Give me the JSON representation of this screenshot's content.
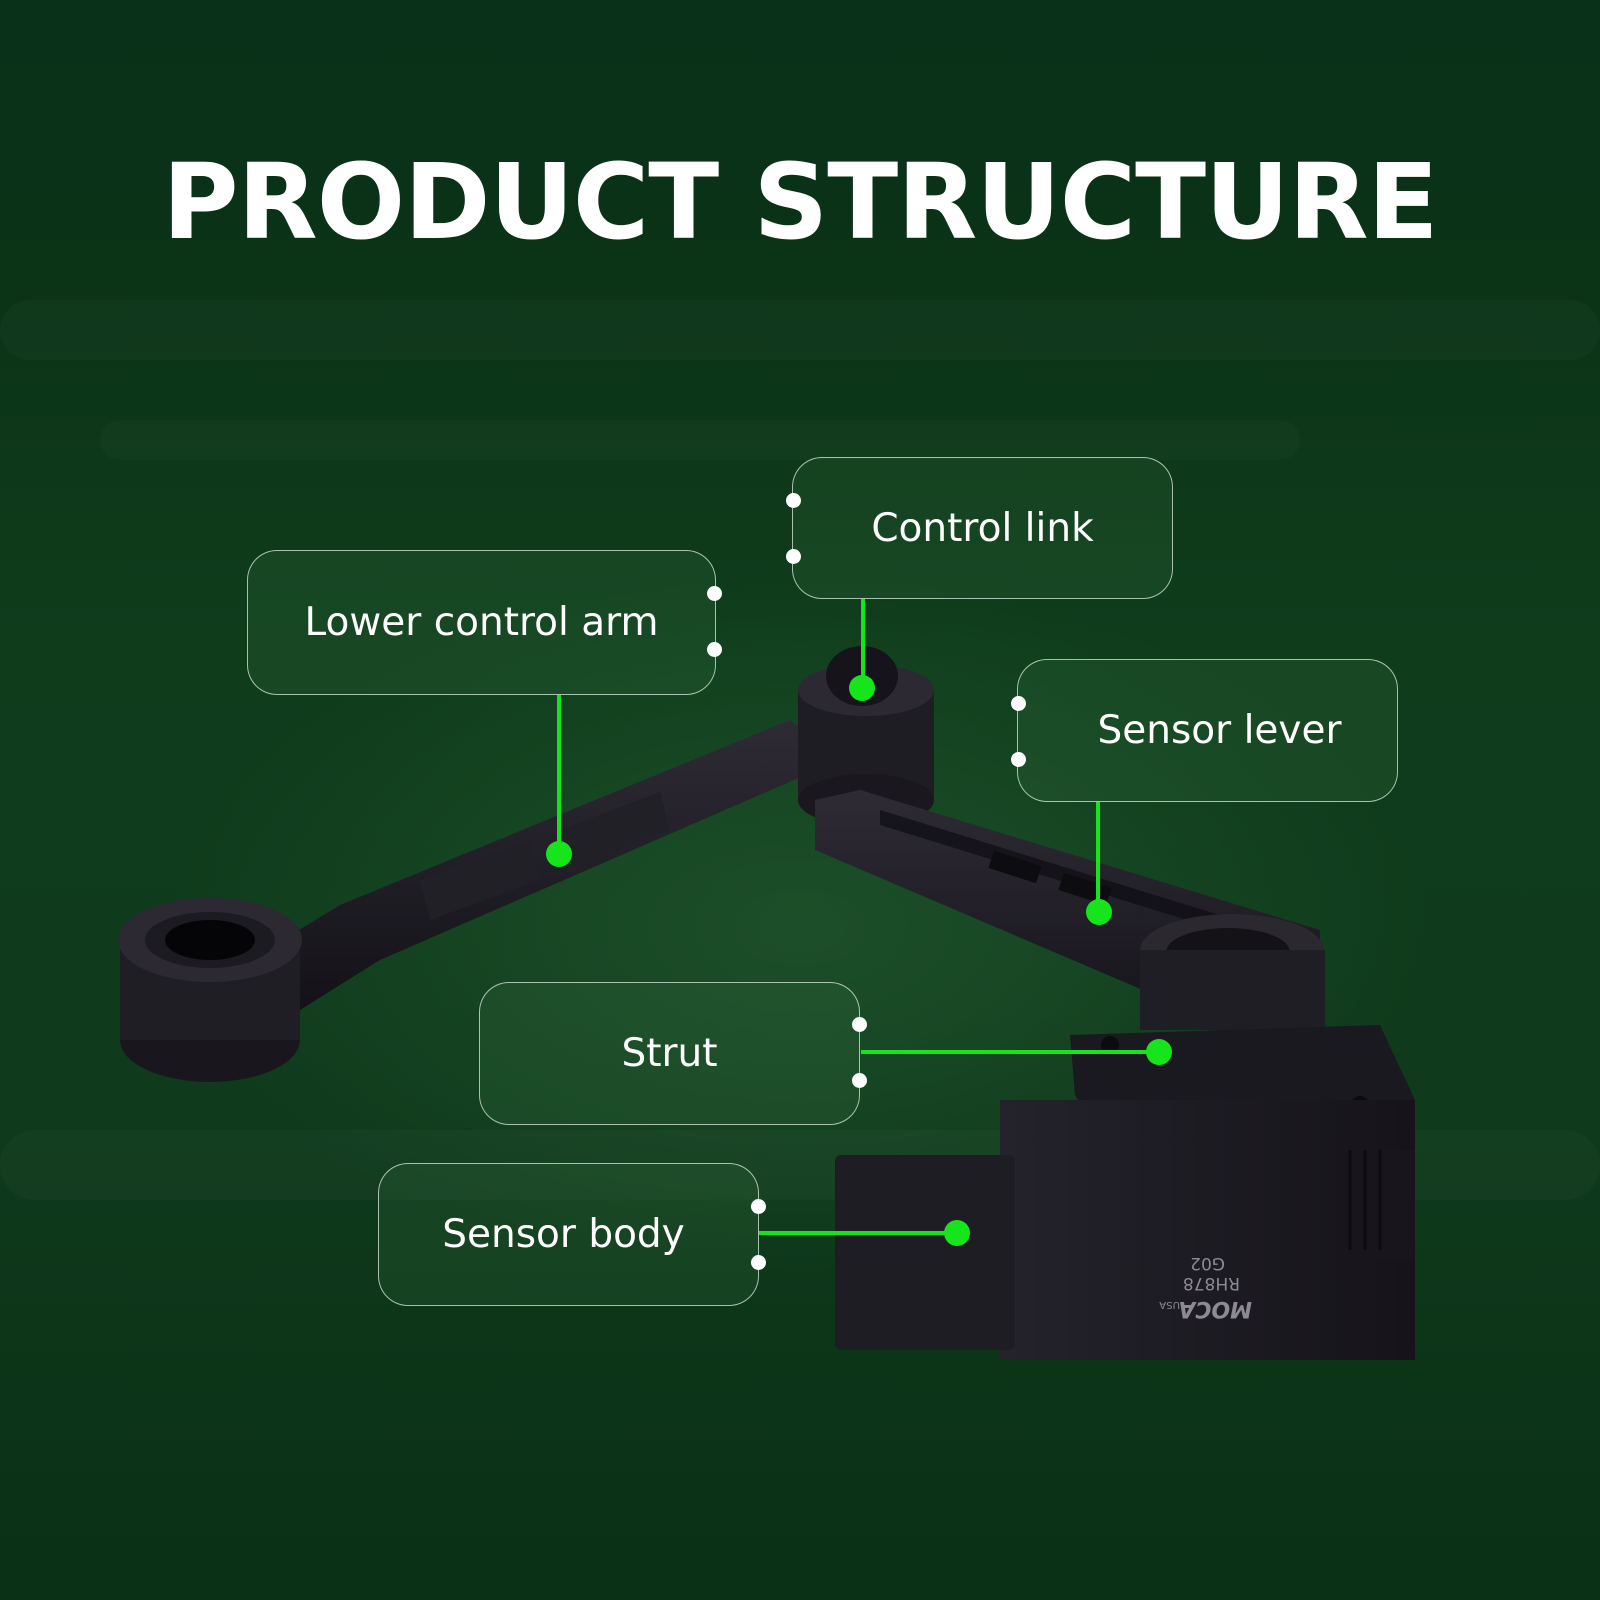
{
  "title": "PRODUCT STRUCTURE",
  "colors": {
    "background": "#0b3316",
    "accent": "#16e51b",
    "text": "#ffffff",
    "product": "#1c1a22"
  },
  "labels": [
    {
      "id": "control-link",
      "text": "Control link"
    },
    {
      "id": "lower-control-arm",
      "text": "Lower control arm"
    },
    {
      "id": "sensor-lever",
      "text": "Sensor lever"
    },
    {
      "id": "strut",
      "text": "Strut"
    },
    {
      "id": "sensor-body",
      "text": "Sensor body"
    }
  ],
  "product_markings": {
    "brand": "MOCA",
    "origin": "USA",
    "part_number": "RH878",
    "code": "G02"
  }
}
